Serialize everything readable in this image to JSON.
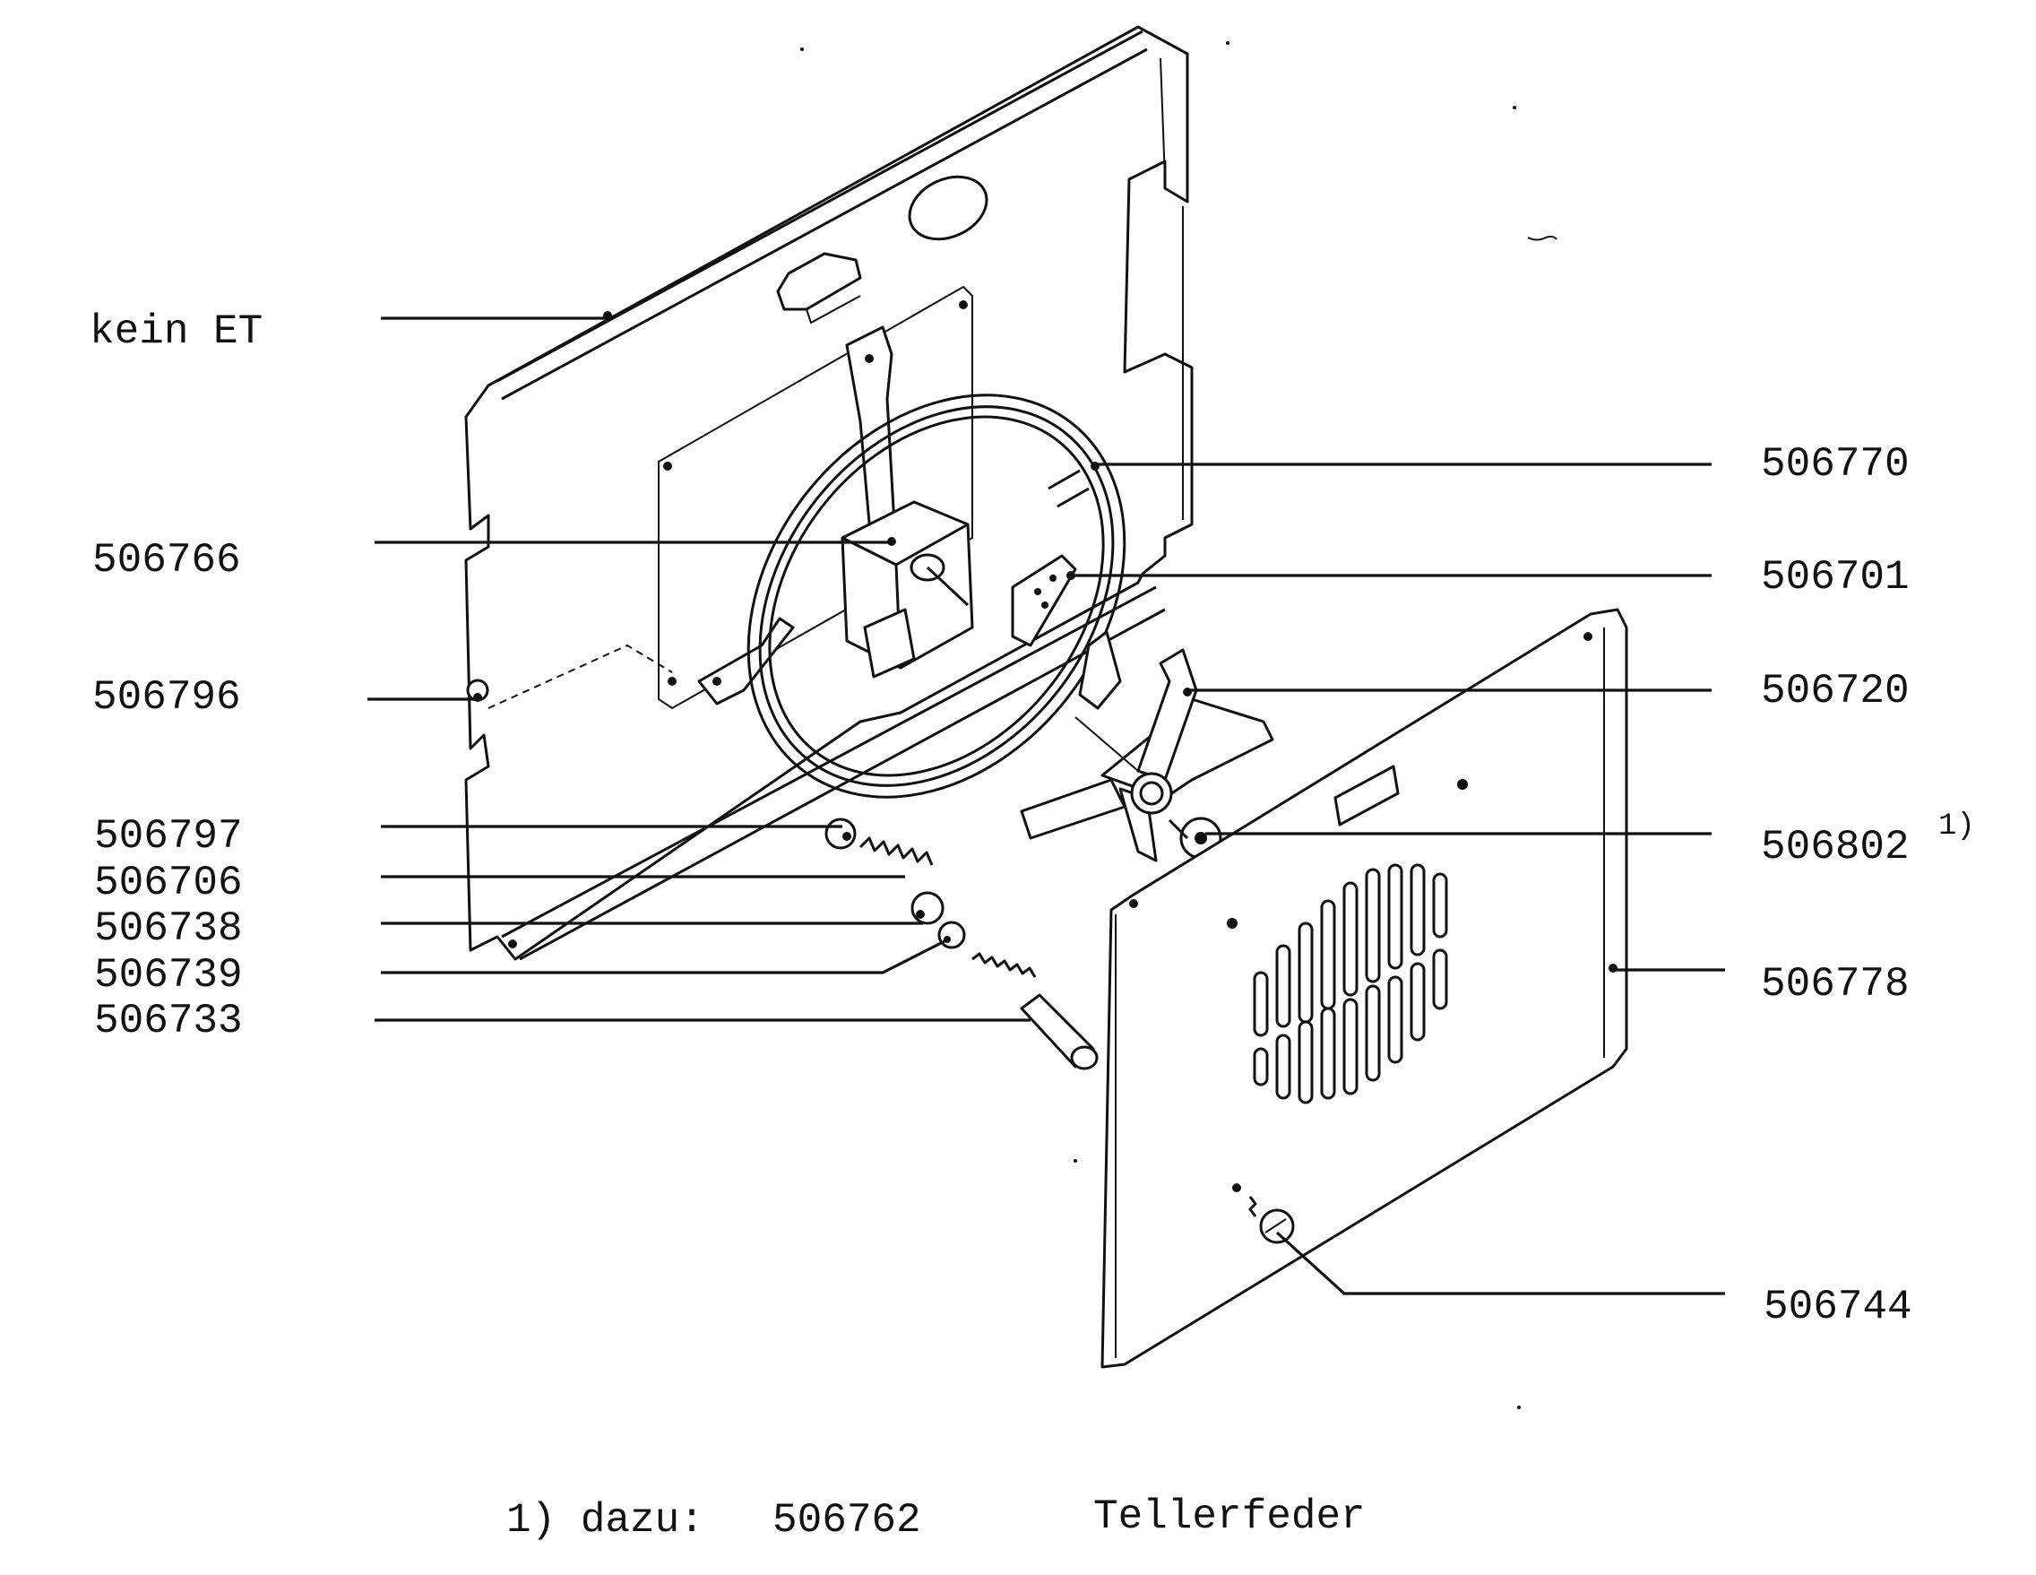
{
  "labels": {
    "kein_et": "kein ET",
    "p506766": "506766",
    "p506796": "506796",
    "p506797": "506797",
    "p506706": "506706",
    "p506738": "506738",
    "p506739": "506739",
    "p506733": "506733",
    "p506770": "506770",
    "p506701": "506701",
    "p506720": "506720",
    "p506802": "506802",
    "p506802_note": "1)",
    "p506778": "506778",
    "p506744": "506744"
  },
  "footnote": {
    "marker": "1) dazu:",
    "part": "506762",
    "name": "Tellerfeder"
  }
}
